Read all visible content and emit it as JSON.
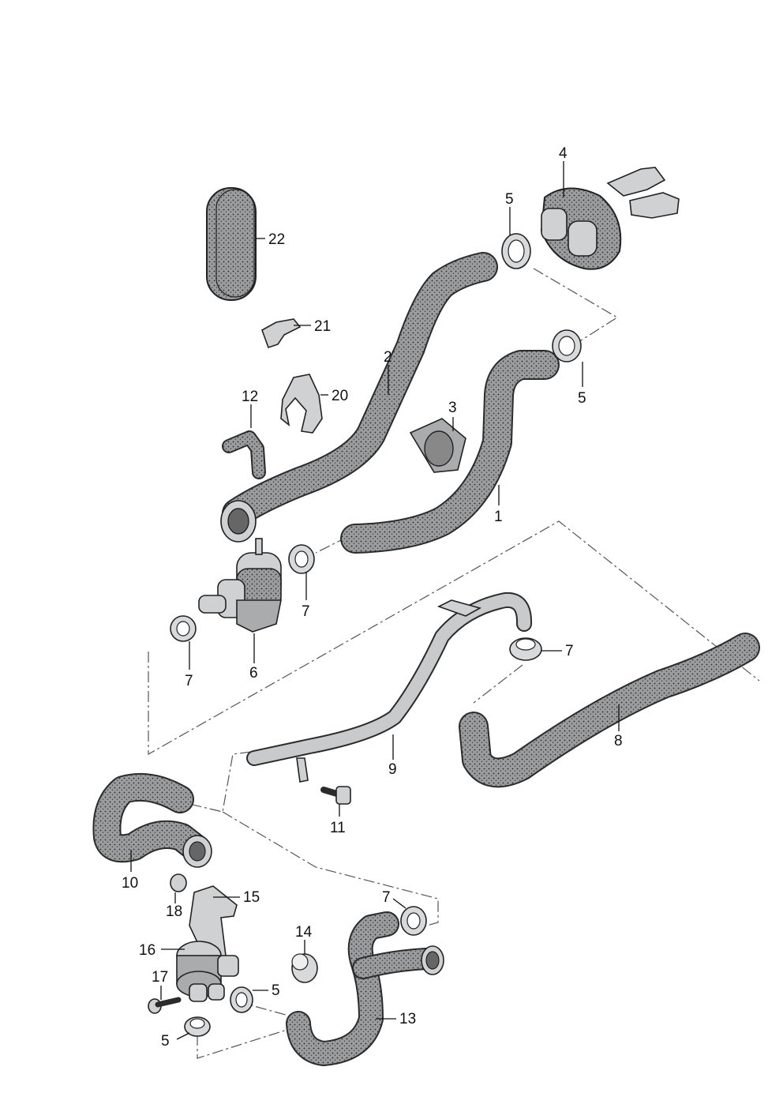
{
  "labels": {
    "p1": "1",
    "p2": "2",
    "p3": "3",
    "p4": "4",
    "p5a": "5",
    "p5b": "5",
    "p5c": "5",
    "p5d": "5",
    "p6": "6",
    "p7a": "7",
    "p7b": "7",
    "p7c": "7",
    "p7d": "7",
    "p8": "8",
    "p9": "9",
    "p10": "10",
    "p11": "11",
    "p12": "12",
    "p13": "13",
    "p14": "14",
    "p15": "15",
    "p16": "16",
    "p17": "17",
    "p18": "18",
    "p20": "20",
    "p21": "21",
    "p22": "22"
  },
  "colors": {
    "hose": "#8f9192",
    "outline": "#222222",
    "metal_pipe": "#c8cacb",
    "clamp": "#d7d9da"
  }
}
